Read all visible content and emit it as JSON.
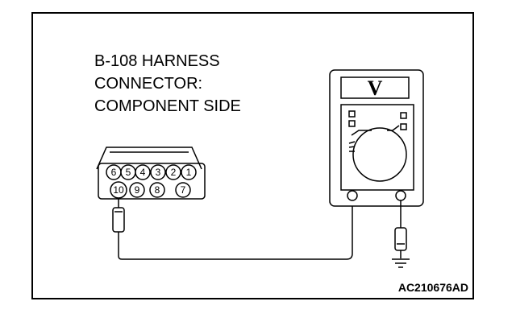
{
  "connector_label": {
    "line1": "B-108 HARNESS",
    "line2": "CONNECTOR:",
    "line3": "COMPONENT SIDE"
  },
  "connector_pins": {
    "top_row": [
      "6",
      "5",
      "4",
      "3",
      "2",
      "1"
    ],
    "bottom_row": [
      "10",
      "9",
      "8",
      "7"
    ]
  },
  "meter": {
    "display_symbol": "V"
  },
  "figure_code": "AC210676AD",
  "colors": {
    "line": "#000000",
    "background": "#ffffff"
  }
}
